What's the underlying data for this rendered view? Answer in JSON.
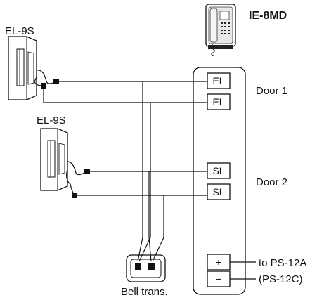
{
  "title": "IE-8MD",
  "stations": {
    "top_label": "EL-9S",
    "middle_label": "EL-9S"
  },
  "terminals": {
    "el_1": "EL",
    "el_2": "EL",
    "sl_1": "SL",
    "sl_2": "SL",
    "plus": "+",
    "minus": "−"
  },
  "labels": {
    "door_1": "Door 1",
    "door_2": "Door 2",
    "power_1": "to PS-12A",
    "power_2": "(PS-12C)",
    "bell_trans": "Bell trans."
  },
  "icons": {
    "handset": "intercom-handset-icon",
    "door_station": "door-station-icon",
    "transformer": "bell-transformer-icon"
  }
}
